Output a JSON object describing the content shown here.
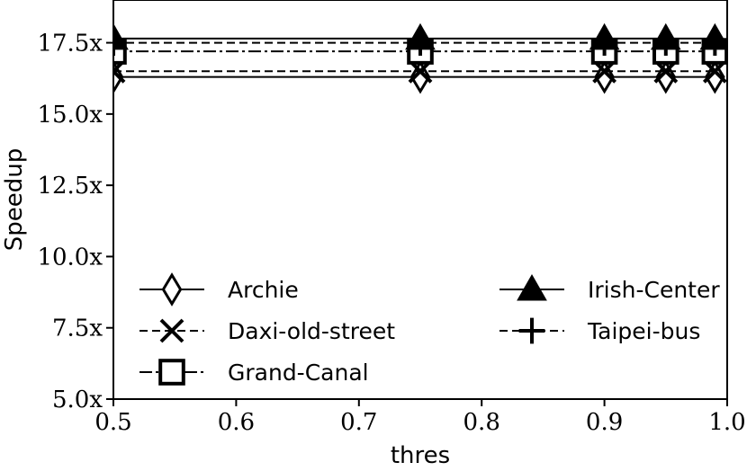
{
  "chart_data": {
    "type": "line",
    "xlabel": "thres",
    "ylabel": "Speedup",
    "xlim": [
      0.5,
      1.0
    ],
    "ylim": [
      5.0,
      19.0
    ],
    "x_ticks": [
      0.5,
      0.6,
      0.7,
      0.8,
      0.9,
      1.0
    ],
    "x_tick_labels": [
      "0.5",
      "0.6",
      "0.7",
      "0.8",
      "0.9",
      "1.0"
    ],
    "y_ticks": [
      5.0,
      7.5,
      10.0,
      12.5,
      15.0,
      17.5
    ],
    "y_tick_labels": [
      "5.0x",
      "7.5x",
      "10.0x",
      "12.5x",
      "15.0x",
      "17.5x"
    ],
    "x": [
      0.5,
      0.75,
      0.9,
      0.95,
      0.99
    ],
    "grid": false,
    "legend_position": "lower",
    "series": [
      {
        "name": "Archie",
        "marker": "diamond-open",
        "line_style": "solid",
        "values": [
          16.3,
          16.3,
          16.3,
          16.3,
          16.3
        ]
      },
      {
        "name": "Daxi-old-street",
        "marker": "x",
        "line_style": "dashed",
        "values": [
          16.5,
          16.5,
          16.5,
          16.5,
          16.5
        ]
      },
      {
        "name": "Grand-Canal",
        "marker": "square-open",
        "line_style": "dashdot",
        "values": [
          17.2,
          17.2,
          17.2,
          17.2,
          17.2
        ]
      },
      {
        "name": "Irish-Center",
        "marker": "triangle-filled",
        "line_style": "solid",
        "values": [
          17.65,
          17.65,
          17.65,
          17.65,
          17.65
        ]
      },
      {
        "name": "Taipei-bus",
        "marker": "plus",
        "line_style": "dashed",
        "values": [
          17.5,
          17.5,
          17.5,
          17.5,
          17.5
        ]
      }
    ]
  }
}
